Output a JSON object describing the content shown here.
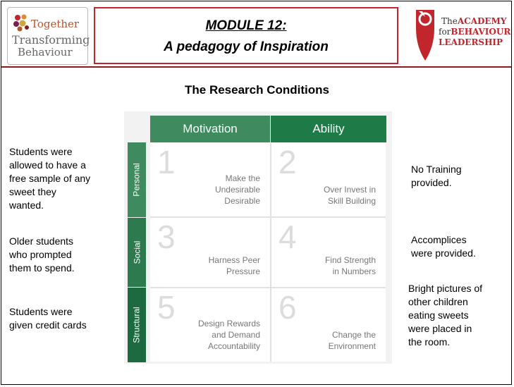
{
  "header": {
    "logo_left": {
      "line1": "Together",
      "line2": "Transforming",
      "line3": "Behaviour"
    },
    "title_line1": "MODULE 12:",
    "title_line2": "A pedagogy of Inspiration",
    "logo_right": {
      "line1_pre": "The",
      "line1_accent": "ACADEMY",
      "line2_pre": "for",
      "line2_accent": "BEHAVIOUR",
      "line3": "LEADERSHIP"
    }
  },
  "subtitle": "The Research Conditions",
  "matrix": {
    "columns": [
      "Motivation",
      "Ability"
    ],
    "rows": [
      "Personal",
      "Social",
      "Structural"
    ],
    "cells": [
      {
        "number": "1",
        "label": "Make the\nUndesirable\nDesirable"
      },
      {
        "number": "2",
        "label": "Over Invest in\nSkill Building"
      },
      {
        "number": "3",
        "label": "Harness Peer\nPressure"
      },
      {
        "number": "4",
        "label": "Find Strength\nin Numbers"
      },
      {
        "number": "5",
        "label": "Design Rewards\nand Demand\nAccountability"
      },
      {
        "number": "6",
        "label": "Change the\nEnvironment"
      }
    ]
  },
  "notes_left": [
    "Students were\nallowed to have a\nfree sample of any\nsweet they\nwanted.",
    "Older students\nwho prompted\nthem to spend.",
    "Students were\ngiven credit cards"
  ],
  "notes_right": [
    "No Training\nprovided.",
    "Accomplices\nwere provided.",
    "Bright pictures of\nother children\neating sweets\nwere placed in\nthe room."
  ],
  "colors": {
    "brand_red": "#c0262c",
    "matrix_green": "#1e7a47",
    "matrix_green_light": "#3f8a5e"
  }
}
